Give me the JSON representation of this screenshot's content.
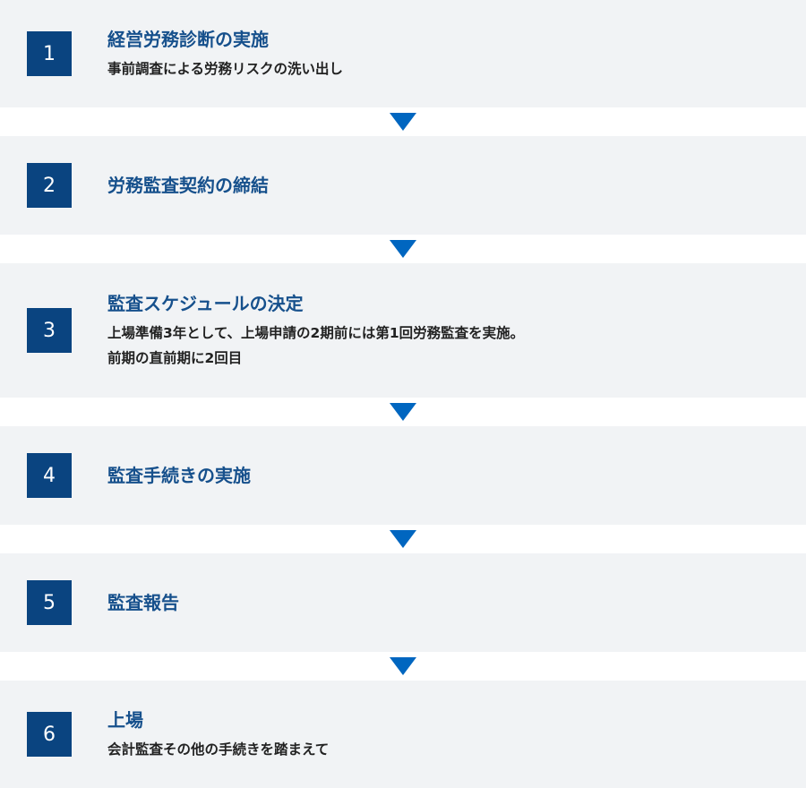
{
  "steps": [
    {
      "number": "1",
      "title": "経営労務診断の実施",
      "description": [
        "事前調査による労務リスクの洗い出し"
      ]
    },
    {
      "number": "2",
      "title": "労務監査契約の締結",
      "description": []
    },
    {
      "number": "3",
      "title": "監査スケジュールの決定",
      "description": [
        "上場準備3年として、上場申請の2期前には第1回労務監査を実施。",
        "前期の直前期に2回目"
      ]
    },
    {
      "number": "4",
      "title": "監査手続きの実施",
      "description": []
    },
    {
      "number": "5",
      "title": "監査報告",
      "description": []
    },
    {
      "number": "6",
      "title": "上場",
      "description": [
        "会計監査その他の手続きを踏まえて"
      ]
    }
  ],
  "colors": {
    "number_bg": "#0a4480",
    "title": "#16508c",
    "arrow": "#0066c0",
    "step_bg": "#f1f3f5"
  }
}
